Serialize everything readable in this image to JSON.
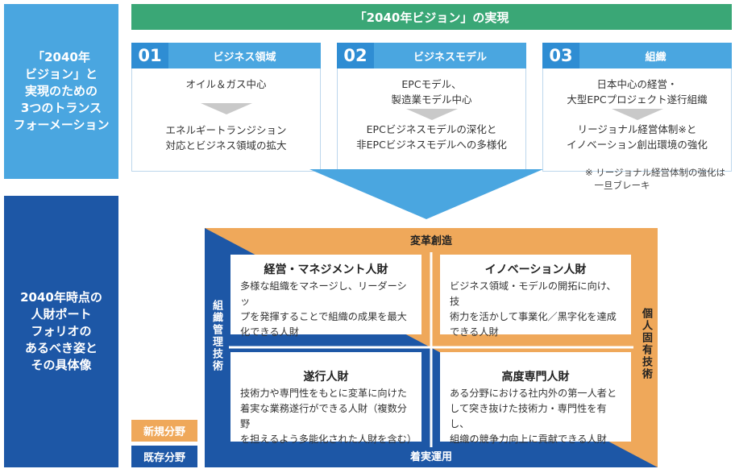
{
  "left_top": "「2040年\nビジョン」と\n実現のための\n3つのトランス\nフォーメーション",
  "left_bottom": "2040年時点の\n人財ポート\nフォリオの\nあるべき姿と\nその具体像",
  "banner": "「2040年ビジョン」の実現",
  "columns": [
    {
      "num": "01",
      "title": "ビジネス領域",
      "from": "オイル＆ガス中心",
      "to": "エネルギートランジション\n対応とビジネス領域の拡大"
    },
    {
      "num": "02",
      "title": "ビジネスモデル",
      "from": "EPCモデル、\n製造業モデル中心",
      "to": "EPCビジネスモデルの深化と\n非EPCビジネスモデルへの多様化"
    },
    {
      "num": "03",
      "title": "組織",
      "from": "日本中心の経営・\n大型EPCプロジェクト遂行組織",
      "to": "リージョナル経営体制※と\nイノベーション創出環境の強化"
    }
  ],
  "note": "※ リージョナル経営体制の強化は\n　一旦ブレーキ",
  "axes": {
    "top": "変革創造",
    "bottom": "着実運用",
    "left": "組織管理技術",
    "right": "個人固有技術"
  },
  "quadrants": [
    {
      "title": "経営・マネジメント人財",
      "body": "多様な組織をマネージし、リーダーシッ\nプを発揮することで組織の成果を最大\n化できる人財"
    },
    {
      "title": "イノベーション人財",
      "body": "ビジネス領域・モデルの開拓に向け、技\n術力を活かして事業化／黒字化を達成\nできる人財"
    },
    {
      "title": "遂行人財",
      "body": "技術力や専門性をもとに変革に向けた\n着実な業務遂行ができる人財（複数分野\nを担えるよう多能化された人財を含む）"
    },
    {
      "title": "高度専門人財",
      "body": "ある分野における社内外の第一人者と\nして突き抜けた技術力・専門性を有し、\n組織の競争力向上に貢献できる人財"
    }
  ],
  "legend": {
    "new": "新規分野",
    "existing": "既存分野"
  },
  "colors": {
    "light_blue": "#4aa6e0",
    "dark_blue": "#1d57a6",
    "green": "#3aa776",
    "orange": "#efa85a"
  }
}
